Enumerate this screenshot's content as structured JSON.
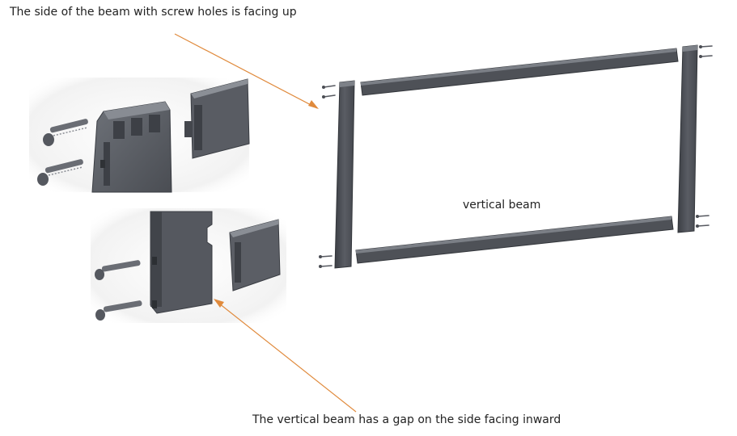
{
  "annotations": {
    "top": "The side of the beam with screw holes is facing up",
    "middle": "vertical beam",
    "bottom": "The vertical beam has a gap on the side facing inward"
  },
  "colors": {
    "beam": "#54575e",
    "beam_dark": "#3c3f45",
    "beam_light": "#7a7e86",
    "arrow": "#e08a3c",
    "screw": "#5c5f66",
    "inset_bg": "#f3f3f3"
  },
  "illustrations": {
    "inset_top": "beam-end-detail-with-screw-holes",
    "inset_bottom": "vertical-beam-gap-detail",
    "frame": "exploded-rectangular-frame"
  }
}
